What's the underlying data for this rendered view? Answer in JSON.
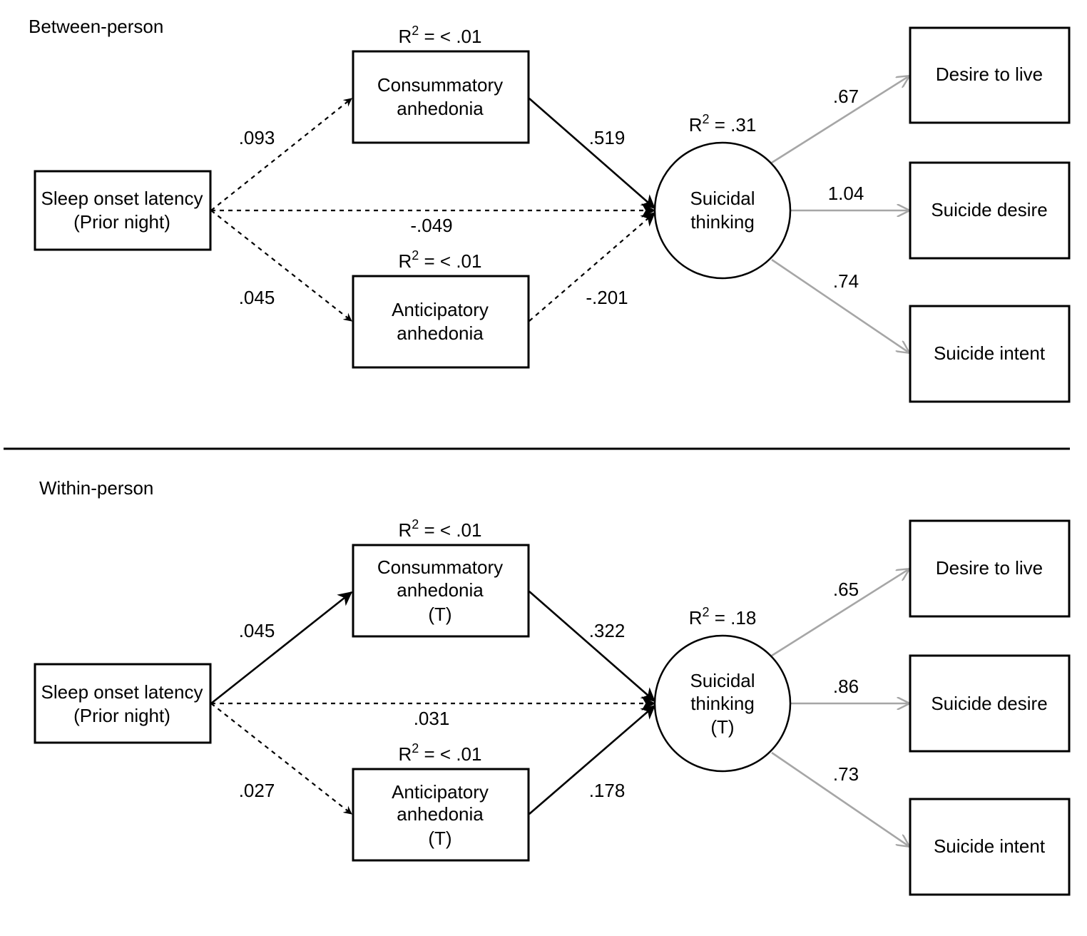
{
  "panels": [
    {
      "title": "Between-person",
      "predictor": [
        "Sleep onset latency",
        "(Prior night)"
      ],
      "mediator_top": {
        "r2": "R",
        "r2_sup": "2",
        "r2_rest": " = < .01",
        "lines": [
          "Consummatory",
          "anhedonia"
        ]
      },
      "mediator_bottom": {
        "r2": "R",
        "r2_sup": "2",
        "r2_rest": " = < .01",
        "lines": [
          "Anticipatory",
          "anhedonia"
        ]
      },
      "outcome": {
        "r2": "R",
        "r2_sup": "2",
        "r2_rest": " = .31",
        "lines": [
          "Suicidal",
          "thinking"
        ]
      },
      "indicators": [
        "Desire to live",
        "Suicide desire",
        "Suicide intent"
      ],
      "paths": {
        "pred_to_top": ".093",
        "pred_to_bottom": ".045",
        "pred_to_outcome": "-.049",
        "top_to_outcome": ".519",
        "bottom_to_outcome": "-.201",
        "loading_live": ".67",
        "loading_desire": "1.04",
        "loading_intent": ".74"
      },
      "path_styles": {
        "pred_to_top": "dashed",
        "pred_to_bottom": "dashed",
        "pred_to_outcome": "dashed",
        "top_to_outcome": "solid",
        "bottom_to_outcome": "dashed"
      }
    },
    {
      "title": "Within-person",
      "predictor": [
        "Sleep onset latency",
        "(Prior night)"
      ],
      "mediator_top": {
        "r2": "R",
        "r2_sup": "2",
        "r2_rest": " = < .01",
        "lines": [
          "Consummatory",
          "anhedonia",
          "(T)"
        ]
      },
      "mediator_bottom": {
        "r2": "R",
        "r2_sup": "2",
        "r2_rest": " = < .01",
        "lines": [
          "Anticipatory",
          "anhedonia",
          "(T)"
        ]
      },
      "outcome": {
        "r2": "R",
        "r2_sup": "2",
        "r2_rest": " = .18",
        "lines": [
          "Suicidal",
          "thinking",
          "(T)"
        ]
      },
      "indicators": [
        "Desire to live",
        "Suicide desire",
        "Suicide intent"
      ],
      "paths": {
        "pred_to_top": ".045",
        "pred_to_bottom": ".027",
        "pred_to_outcome": ".031",
        "top_to_outcome": ".322",
        "bottom_to_outcome": ".178",
        "loading_live": ".65",
        "loading_desire": ".86",
        "loading_intent": ".73"
      },
      "path_styles": {
        "pred_to_top": "solid",
        "pred_to_bottom": "dashed",
        "pred_to_outcome": "dashed",
        "top_to_outcome": "solid",
        "bottom_to_outcome": "solid"
      }
    }
  ],
  "colors": {
    "structural": "#000000",
    "loading": "#a6a6a6"
  }
}
